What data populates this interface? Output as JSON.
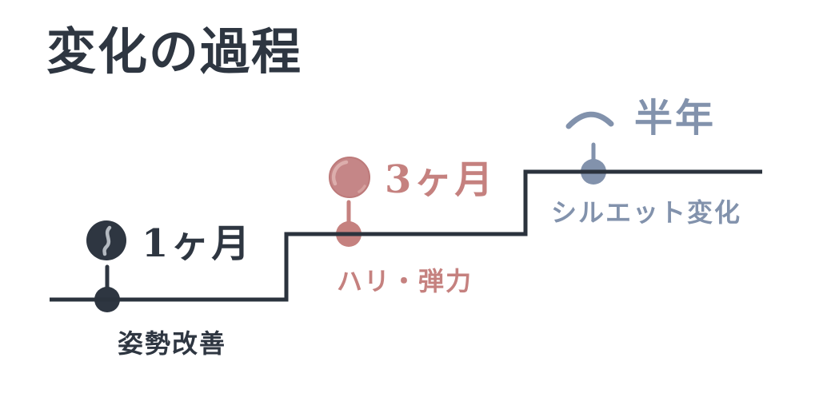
{
  "page": {
    "title": "変化の過程",
    "background": "#ffffff"
  },
  "colors": {
    "title": "#2e3641",
    "timeline_line": "#2b333d",
    "step1_accent": "#2e3641",
    "step2_accent": "#c5817f",
    "step3_accent": "#8292ac",
    "spine_highlight": "#b3b9c0",
    "ball_highlight": "#dcaeac"
  },
  "diagram": {
    "type": "ascending-step-timeline",
    "steps": [
      {
        "duration": "1ヶ月",
        "label": "姿勢改善",
        "color": "#2e3641",
        "icon": "posture-spine-icon"
      },
      {
        "duration": "3ヶ月",
        "label": "ハリ・弾力",
        "color": "#c5817f",
        "icon": "elasticity-ball-icon"
      },
      {
        "duration": "半年",
        "label": "シルエット変化",
        "color": "#8292ac",
        "icon": "silhouette-arc-icon"
      }
    ]
  }
}
